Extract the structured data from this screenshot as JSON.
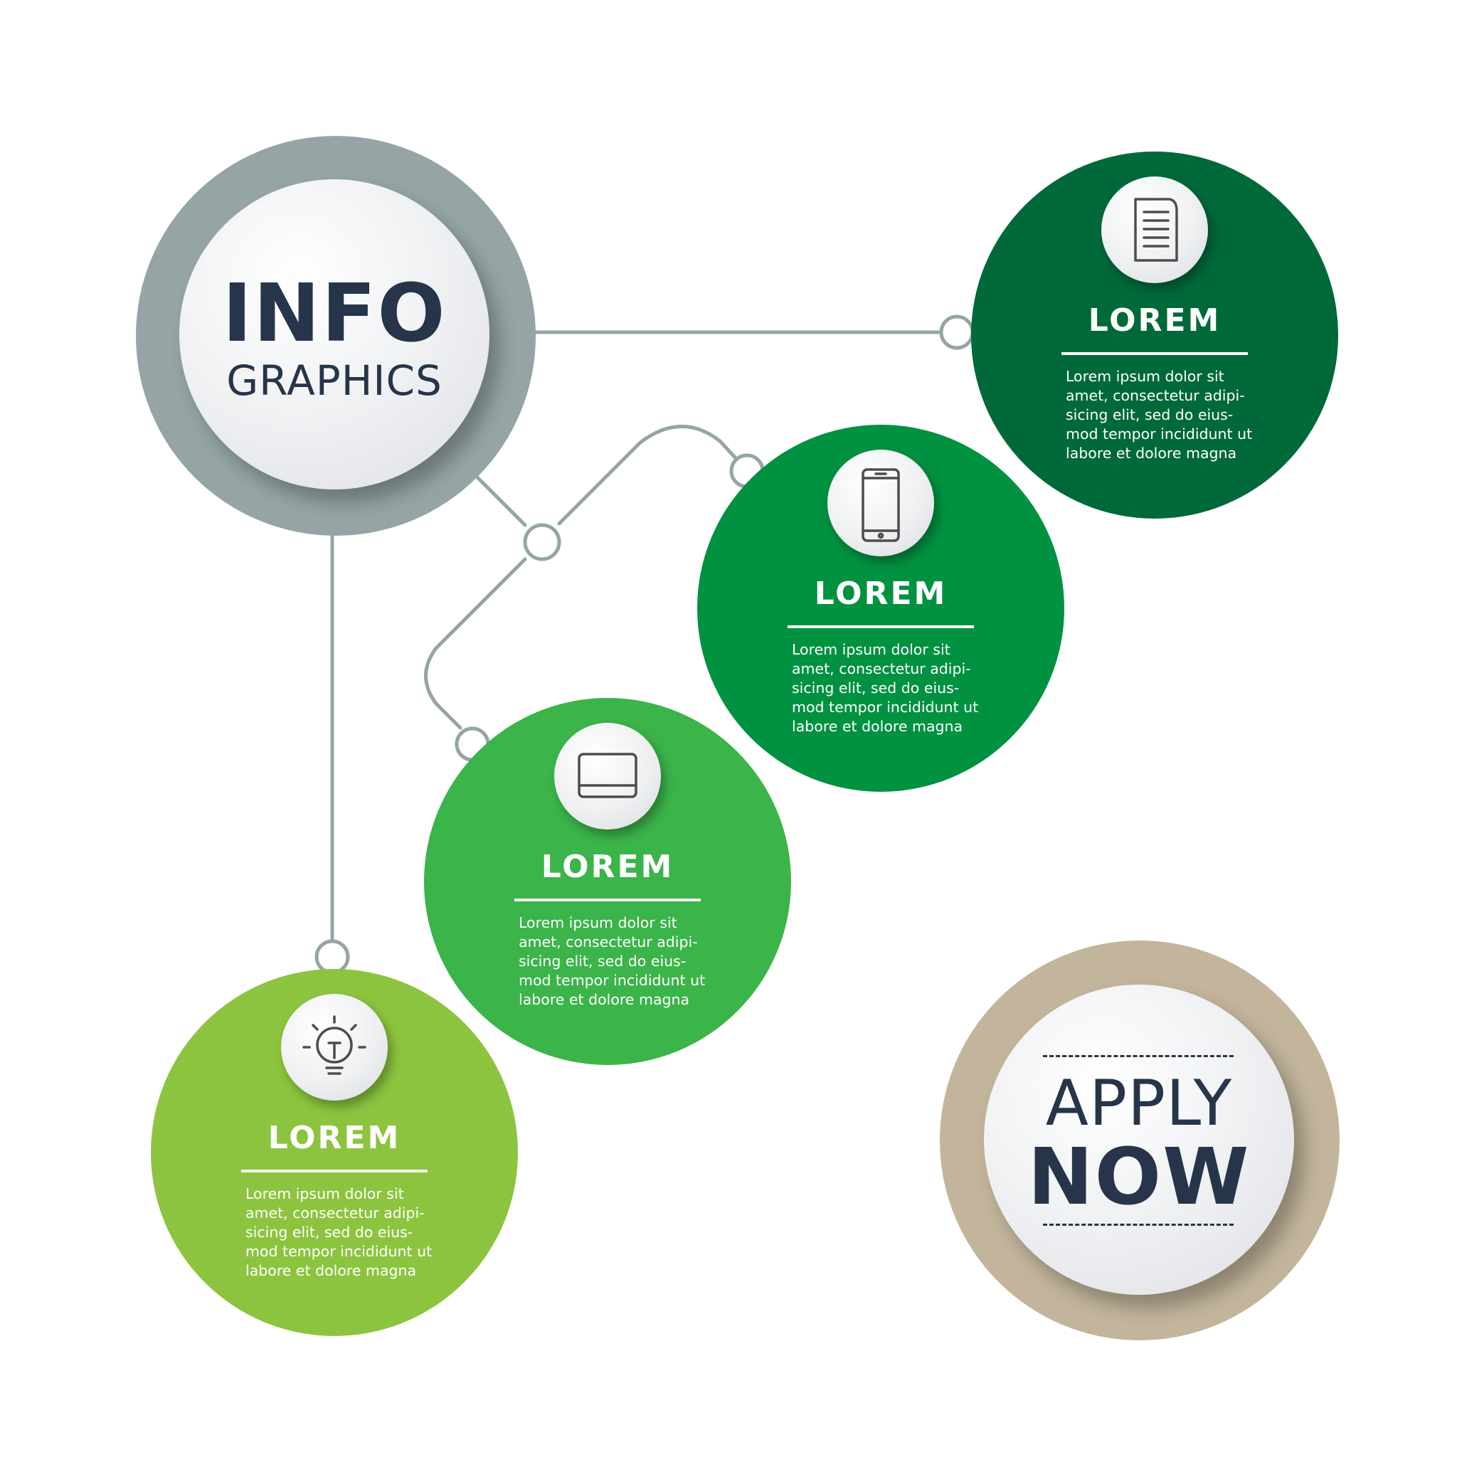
{
  "hub": {
    "title_bold": "INFO",
    "title_light": "GRAPHICS"
  },
  "steps": [
    {
      "title": "LOREM",
      "icon": "lightbulb-icon",
      "text_lines": [
        "Lorem ipsum dolor sit",
        "amet, consectetur adipi-",
        "sicing elit, sed do eius-",
        "mod tempor incididunt ut",
        "labore et dolore magna"
      ],
      "color": "#8cc43f"
    },
    {
      "title": "LOREM",
      "icon": "tablet-icon",
      "text_lines": [
        "Lorem ipsum dolor sit",
        "amet, consectetur adipi-",
        "sicing elit, sed do eius-",
        "mod tempor incididunt ut",
        "labore et dolore magna"
      ],
      "color": "#3bb44a"
    },
    {
      "title": "LOREM",
      "icon": "smartphone-icon",
      "text_lines": [
        "Lorem ipsum dolor sit",
        "amet, consectetur adipi-",
        "sicing elit, sed do eius-",
        "mod tempor incididunt ut",
        "labore et dolore magna"
      ],
      "color": "#009241"
    },
    {
      "title": "LOREM",
      "icon": "document-icon",
      "text_lines": [
        "Lorem ipsum dolor sit",
        "amet, consectetur adipi-",
        "sicing elit, sed do eius-",
        "mod tempor incididunt ut",
        "labore et dolore magna"
      ],
      "color": "#00693a"
    }
  ],
  "apply": {
    "line1": "APPLY",
    "line2": "NOW"
  },
  "colors": {
    "hub_ring": "#95a5a6",
    "apply_ring": "#c2b59b",
    "connector": "#95a5a6",
    "text_dark": "#263549"
  }
}
